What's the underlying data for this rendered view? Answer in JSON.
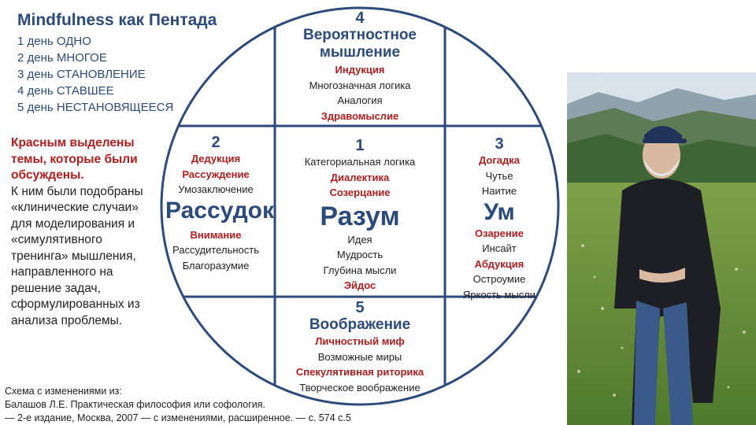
{
  "title": "Mindfulness как Пентада",
  "days": [
    "1 день ОДНО",
    "2 день МНОГОЕ",
    "3 день СТАНОВЛЕНИЕ",
    "4 день СТАВШЕЕ",
    "5 день НЕСТАНОВЯЩЕЕСЯ"
  ],
  "note": {
    "highlight": "Красным выделены темы, которые были обсуждены.",
    "body": "К ним были подобраны «клинические случаи» для моделирования и «симулятивного тренинга» мышления, направленного на решение задач, сформулированных из анализа проблемы."
  },
  "source": [
    "Схема с изменениями из:",
    "Балашов Л.Е. Практическая философия или софология.",
    "— 2-е издание, Москва, 2007 — с изменениями, расширенное. — с. 574 с.5"
  ],
  "colors": {
    "frame": "#2c4a7a",
    "accent_red": "#b21c1c",
    "text": "#222222"
  },
  "pentad": {
    "center": {
      "number": "1",
      "line1": "Категориальная логика",
      "red1": "Диалектика",
      "red2": "Созерцание",
      "name": "Разум",
      "line2": "Идея",
      "line3": "Мудрость",
      "line4": "Глубина мысли",
      "red3": "Эйдос"
    },
    "left": {
      "number": "2",
      "red1": "Дедукция",
      "red2": "Рассуждение",
      "line1": "Умозаключение",
      "name": "Рассудок",
      "red3": "Внимание",
      "line2": "Рассудительность",
      "line3": "Благоразумие"
    },
    "right": {
      "number": "3",
      "red1": "Догадка",
      "line1": "Чутье",
      "line2": "Наитие",
      "name": "Ум",
      "red2": "Озарение",
      "line3": "Инсайт",
      "red3": "Абдукция",
      "line4": "Остроумие",
      "line5": "Яркость мысли"
    },
    "top": {
      "number": "4",
      "name1": "Вероятностное",
      "name2": "мышление",
      "red1": "Индукция",
      "line1": "Многозначная логика",
      "line2": "Аналогия",
      "red2": "Здравомыслие"
    },
    "bottom": {
      "number": "5",
      "name": "Воображение",
      "red1": "Личностный миф",
      "line1": "Возможные миры",
      "red2": "Спекулятивная риторика",
      "line2": "Творческое воображение"
    }
  }
}
